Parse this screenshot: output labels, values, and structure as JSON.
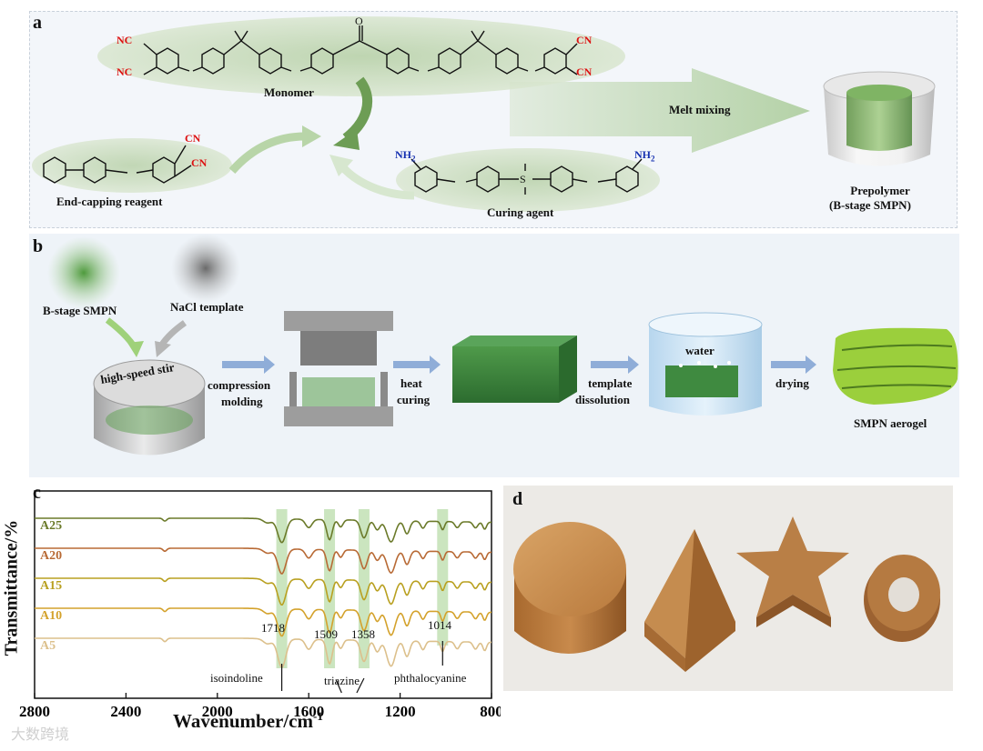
{
  "panel_a": {
    "label": "a",
    "monomer_label": "Monomer",
    "end_capping_label": "End-capping reagent",
    "curing_agent_label": "Curing agent",
    "melt_mixing_label": "Melt mixing",
    "prepolymer_line1": "Prepolymer",
    "prepolymer_line2": "(B-stage SMPN)",
    "cn": "CN",
    "nc": "NC",
    "nh2": "NH",
    "nh2_sub": "2",
    "o": "O",
    "s": "S"
  },
  "panel_b": {
    "label": "b",
    "bstage_label": "B-stage SMPN",
    "nacl_label": "NaCl template",
    "stir_label": "high-speed stir",
    "compression_line1": "compression",
    "compression_line2": "molding",
    "heat_line1": "heat",
    "heat_line2": "curing",
    "template_line1": "template",
    "template_line2": "dissolution",
    "water_label": "water",
    "drying_label": "drying",
    "aerogel_label": "SMPN aerogel"
  },
  "panel_c": {
    "label": "c",
    "ylabel": "Transmittance/%",
    "xlabel": "Wavenumber/cm",
    "xlabel_sup": "-1",
    "annotations": {
      "isoindoline": "isoindoline",
      "triazine": "triazine",
      "phthalocyanine": "phthalocyanine",
      "p1718": "1718",
      "p1509": "1509",
      "p1358": "1358",
      "p1014": "1014"
    }
  },
  "panel_d": {
    "label": "d"
  },
  "watermark": "大数跨境",
  "chart_data": {
    "type": "line",
    "xlabel": "Wavenumber/cm-1",
    "ylabel": "Transmittance/%",
    "xlim": [
      2800,
      800
    ],
    "xticks": [
      2800,
      2400,
      2000,
      1600,
      1200,
      800
    ],
    "highlighted_bands": [
      1718,
      1509,
      1358,
      1014
    ],
    "series": [
      {
        "name": "A25",
        "color": "#6b7a2a",
        "offset": 0
      },
      {
        "name": "A20",
        "color": "#b86a35",
        "offset": 1
      },
      {
        "name": "A15",
        "color": "#b9a020",
        "offset": 2
      },
      {
        "name": "A10",
        "color": "#d4a22c",
        "offset": 3
      },
      {
        "name": "A5",
        "color": "#dcc08c",
        "offset": 4
      }
    ]
  }
}
